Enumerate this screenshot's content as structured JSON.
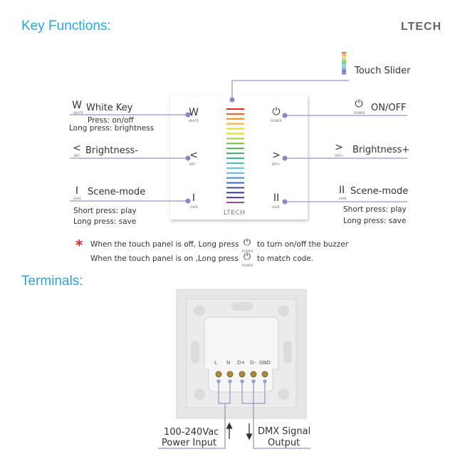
{
  "headings": {
    "key_functions": "Key Functions:",
    "terminals": "Terminals:"
  },
  "logo": "LTECH",
  "touch_slider": {
    "label": "Touch Slider",
    "colors": [
      "#e8262b",
      "#f0592a",
      "#f68b26",
      "#f7b52a",
      "#f4d421",
      "#d8dd27",
      "#a9cf3a",
      "#74bd44",
      "#4fb04c",
      "#3eaa6a",
      "#40b28f",
      "#49bcb6",
      "#5bc3dc",
      "#5fb0e0",
      "#4e8ccb",
      "#3f6db6",
      "#34519f",
      "#2f3e92",
      "#4b3d94",
      "#8c4a9e"
    ]
  },
  "left_keys": [
    {
      "icon": "W",
      "sub": "WHITE",
      "title": "White Key",
      "lines": [
        "Press: on/off",
        "Long press: brightness"
      ]
    },
    {
      "icon": "<",
      "sub": "BRT-",
      "title": "Brightness-",
      "lines": []
    },
    {
      "icon": "I",
      "sub": "SAVE",
      "title": "Scene-mode",
      "lines": [
        "Short press: play",
        "Long press: save"
      ]
    }
  ],
  "right_keys": [
    {
      "icon": "⏻",
      "sub": "POWER",
      "title": "ON/OFF",
      "lines": []
    },
    {
      "icon": ">",
      "sub": "BRT+",
      "title": "Brightness+",
      "lines": []
    },
    {
      "icon": "II",
      "sub": "SAVE",
      "title": "Scene-mode",
      "lines": [
        "Short press: play",
        "Long press: save"
      ]
    }
  ],
  "panel_logo": "LTECH",
  "note": {
    "star": "*",
    "line1a": "When the touch panel is off, Long press",
    "line1b": "to turn on/off the buzzer",
    "line2a": "When the touch panel is on ,Long press",
    "line2b": "to match code.",
    "power_sub": "POWER"
  },
  "terminals": {
    "pins": [
      "L",
      "N",
      "D+",
      "D-",
      "GND"
    ],
    "power_label": [
      "100-240Vac",
      "Power Input"
    ],
    "dmx_label": [
      "DMX Signal",
      "Output"
    ]
  },
  "accent": "#2aa6df",
  "line_color": "#9b95cc"
}
